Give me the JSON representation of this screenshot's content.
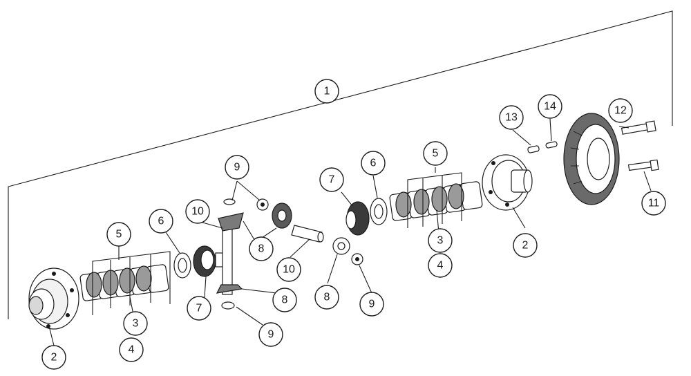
{
  "diagram": {
    "callouts": [
      {
        "id": "c1",
        "label": "1"
      },
      {
        "id": "c2a",
        "label": "2"
      },
      {
        "id": "c2b",
        "label": "2"
      },
      {
        "id": "c3a",
        "label": "3"
      },
      {
        "id": "c3b",
        "label": "3"
      },
      {
        "id": "c4a",
        "label": "4"
      },
      {
        "id": "c4b",
        "label": "4"
      },
      {
        "id": "c5a",
        "label": "5"
      },
      {
        "id": "c5b",
        "label": "5"
      },
      {
        "id": "c6a",
        "label": "6"
      },
      {
        "id": "c6b",
        "label": "6"
      },
      {
        "id": "c7a",
        "label": "7"
      },
      {
        "id": "c7b",
        "label": "7"
      },
      {
        "id": "c8a",
        "label": "8"
      },
      {
        "id": "c8b",
        "label": "8"
      },
      {
        "id": "c8c",
        "label": "8"
      },
      {
        "id": "c9a",
        "label": "9"
      },
      {
        "id": "c9b",
        "label": "9"
      },
      {
        "id": "c9c",
        "label": "9"
      },
      {
        "id": "c10a",
        "label": "10"
      },
      {
        "id": "c10b",
        "label": "10"
      },
      {
        "id": "c11",
        "label": "11"
      },
      {
        "id": "c12",
        "label": "12"
      },
      {
        "id": "c13",
        "label": "13"
      },
      {
        "id": "c14",
        "label": "14"
      }
    ]
  }
}
